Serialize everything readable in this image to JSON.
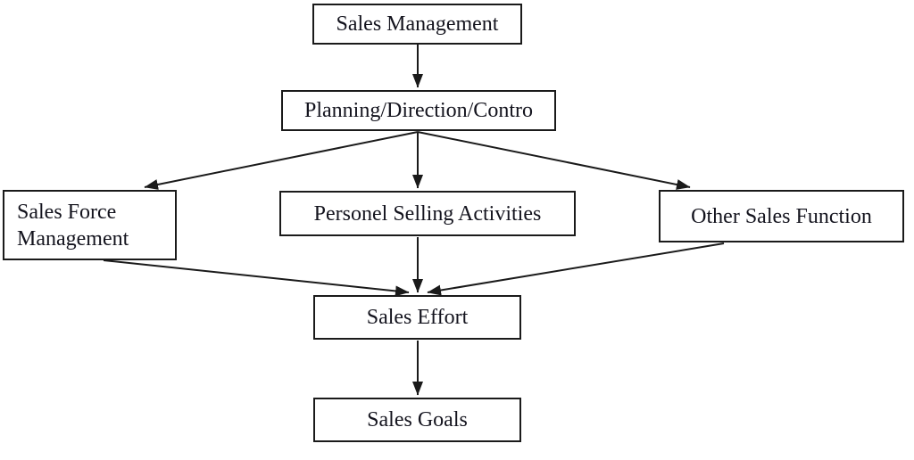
{
  "diagram": {
    "type": "flowchart",
    "nodes": {
      "sales_management": {
        "label": "Sales Management"
      },
      "planning_direction_control": {
        "label": "Planning/Direction/Contro"
      },
      "sales_force_management": {
        "label": "Sales Force Management"
      },
      "personel_selling_activities": {
        "label": "Personel Selling Activities"
      },
      "other_sales_function": {
        "label": "Other Sales Function"
      },
      "sales_effort": {
        "label": "Sales Effort"
      },
      "sales_goals": {
        "label": "Sales Goals"
      }
    },
    "edges": [
      {
        "from": "sales_management",
        "to": "planning_direction_control"
      },
      {
        "from": "planning_direction_control",
        "to": "sales_force_management"
      },
      {
        "from": "planning_direction_control",
        "to": "personel_selling_activities"
      },
      {
        "from": "planning_direction_control",
        "to": "other_sales_function"
      },
      {
        "from": "sales_force_management",
        "to": "sales_effort"
      },
      {
        "from": "personel_selling_activities",
        "to": "sales_effort"
      },
      {
        "from": "other_sales_function",
        "to": "sales_effort"
      },
      {
        "from": "sales_effort",
        "to": "sales_goals"
      }
    ],
    "colors": {
      "border": "#1a1a1a",
      "text": "#14141e",
      "background": "#ffffff"
    }
  }
}
